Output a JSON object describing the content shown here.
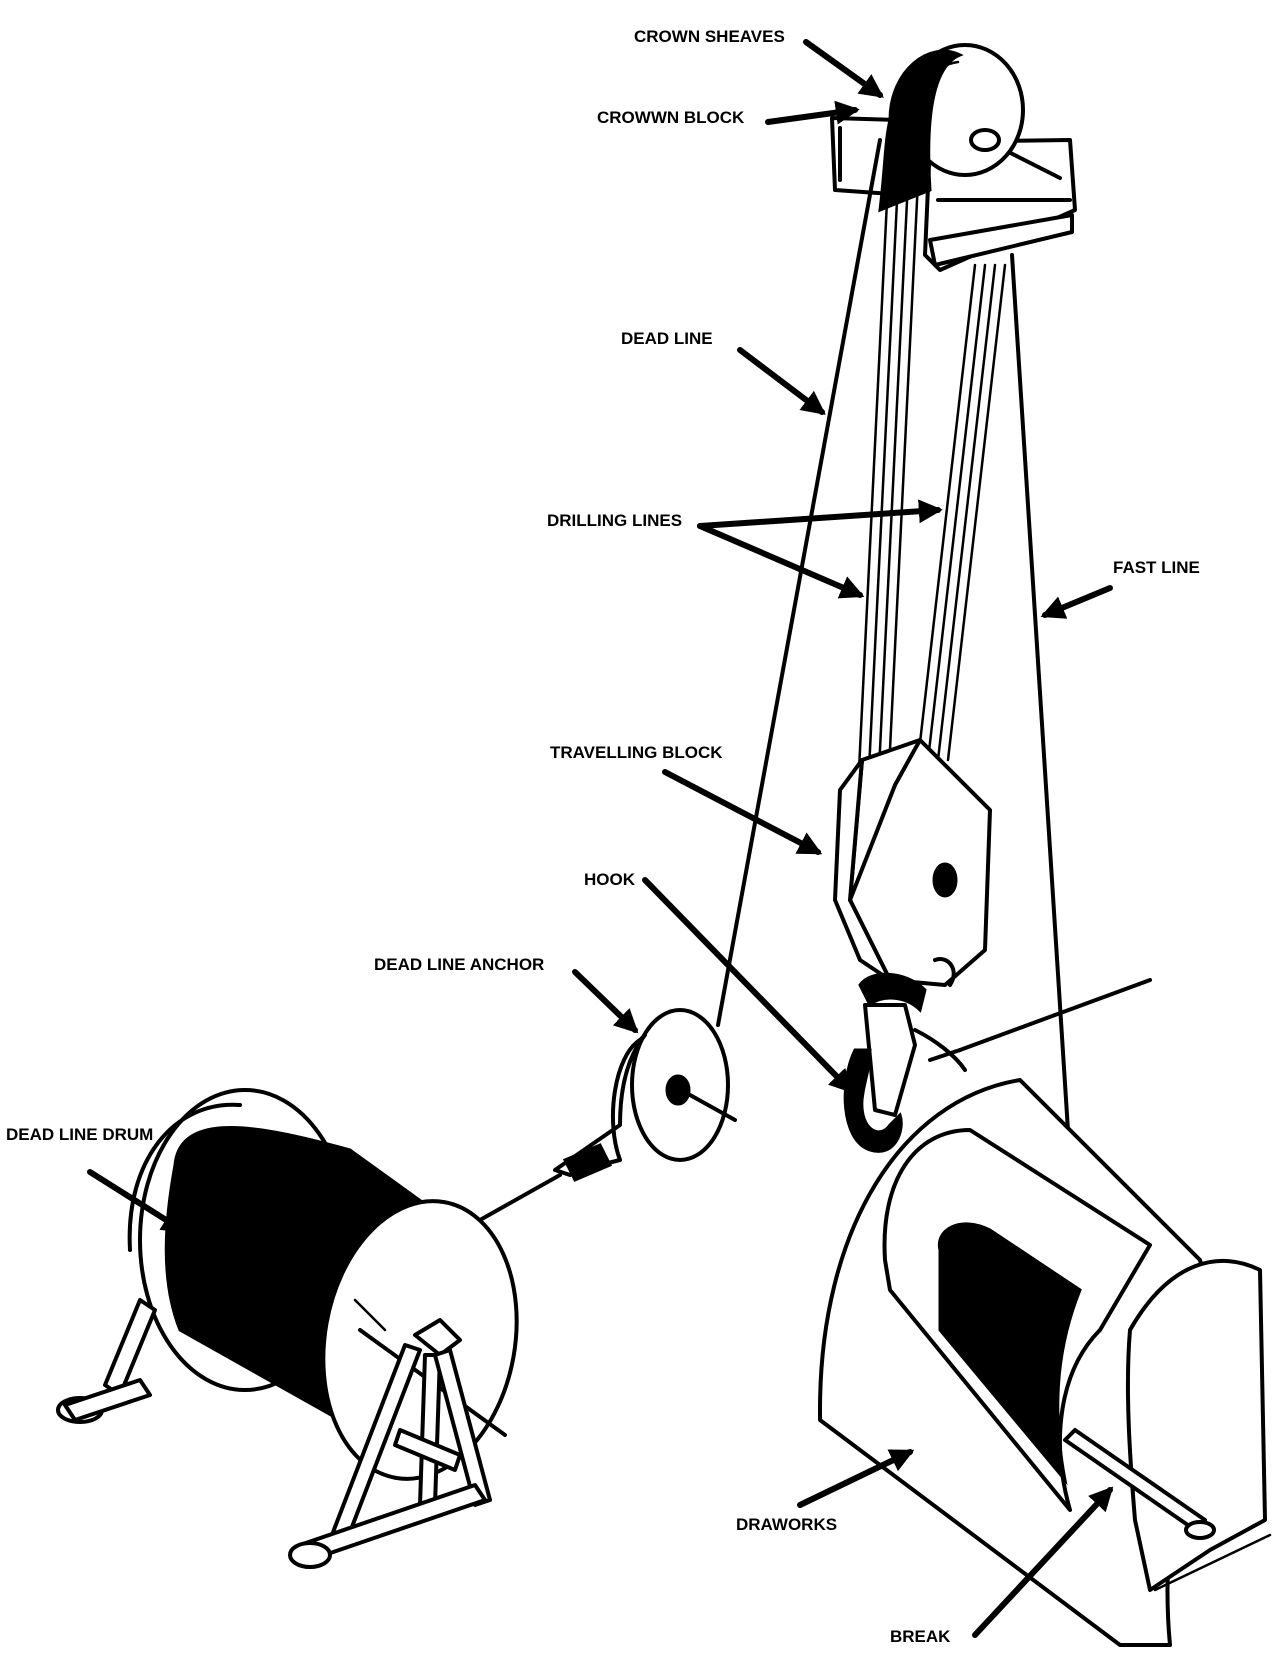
{
  "labels": {
    "crown_sheaves": "CROWN SHEAVES",
    "crown_block": "CROWWN BLOCK",
    "dead_line": "DEAD LINE",
    "drilling_lines": "DRILLING LINES",
    "fast_line": "FAST LINE",
    "travelling_block": "TRAVELLING BLOCK",
    "hook": "HOOK",
    "dead_line_anchor": "DEAD LINE ANCHOR",
    "dead_line_drum": "DEAD LINE DRUM",
    "draworks": "DRAWORKS",
    "break": "BREAK"
  }
}
